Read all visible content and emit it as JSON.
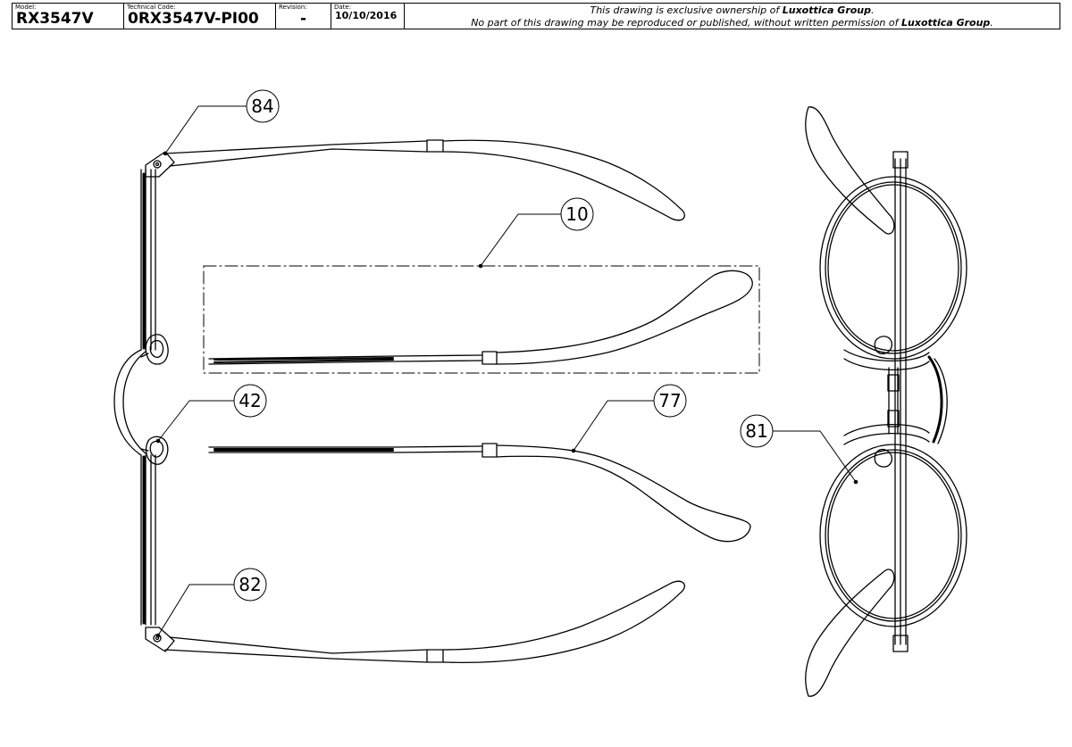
{
  "title_block": {
    "model_caption": "Model:",
    "model": "RX3547V",
    "code_caption": "Technical Code:",
    "code": "0RX3547V-PI00",
    "revision_caption": "Revision:",
    "revision": "-",
    "date_caption": "Date:",
    "date": "10/10/2016",
    "notice_line1_prefix": "This drawing is exclusive ownership of ",
    "notice_line1_company": "Luxottica Group",
    "notice_line1_suffix": ".",
    "notice_line2_prefix": "No part of this drawing may be reproduced or published, without written permission of ",
    "notice_line2_company": "Luxottica Group",
    "notice_line2_suffix": "."
  },
  "callouts": [
    {
      "label": "84"
    },
    {
      "label": "10"
    },
    {
      "label": "42"
    },
    {
      "label": "77"
    },
    {
      "label": "81"
    },
    {
      "label": "82"
    }
  ]
}
